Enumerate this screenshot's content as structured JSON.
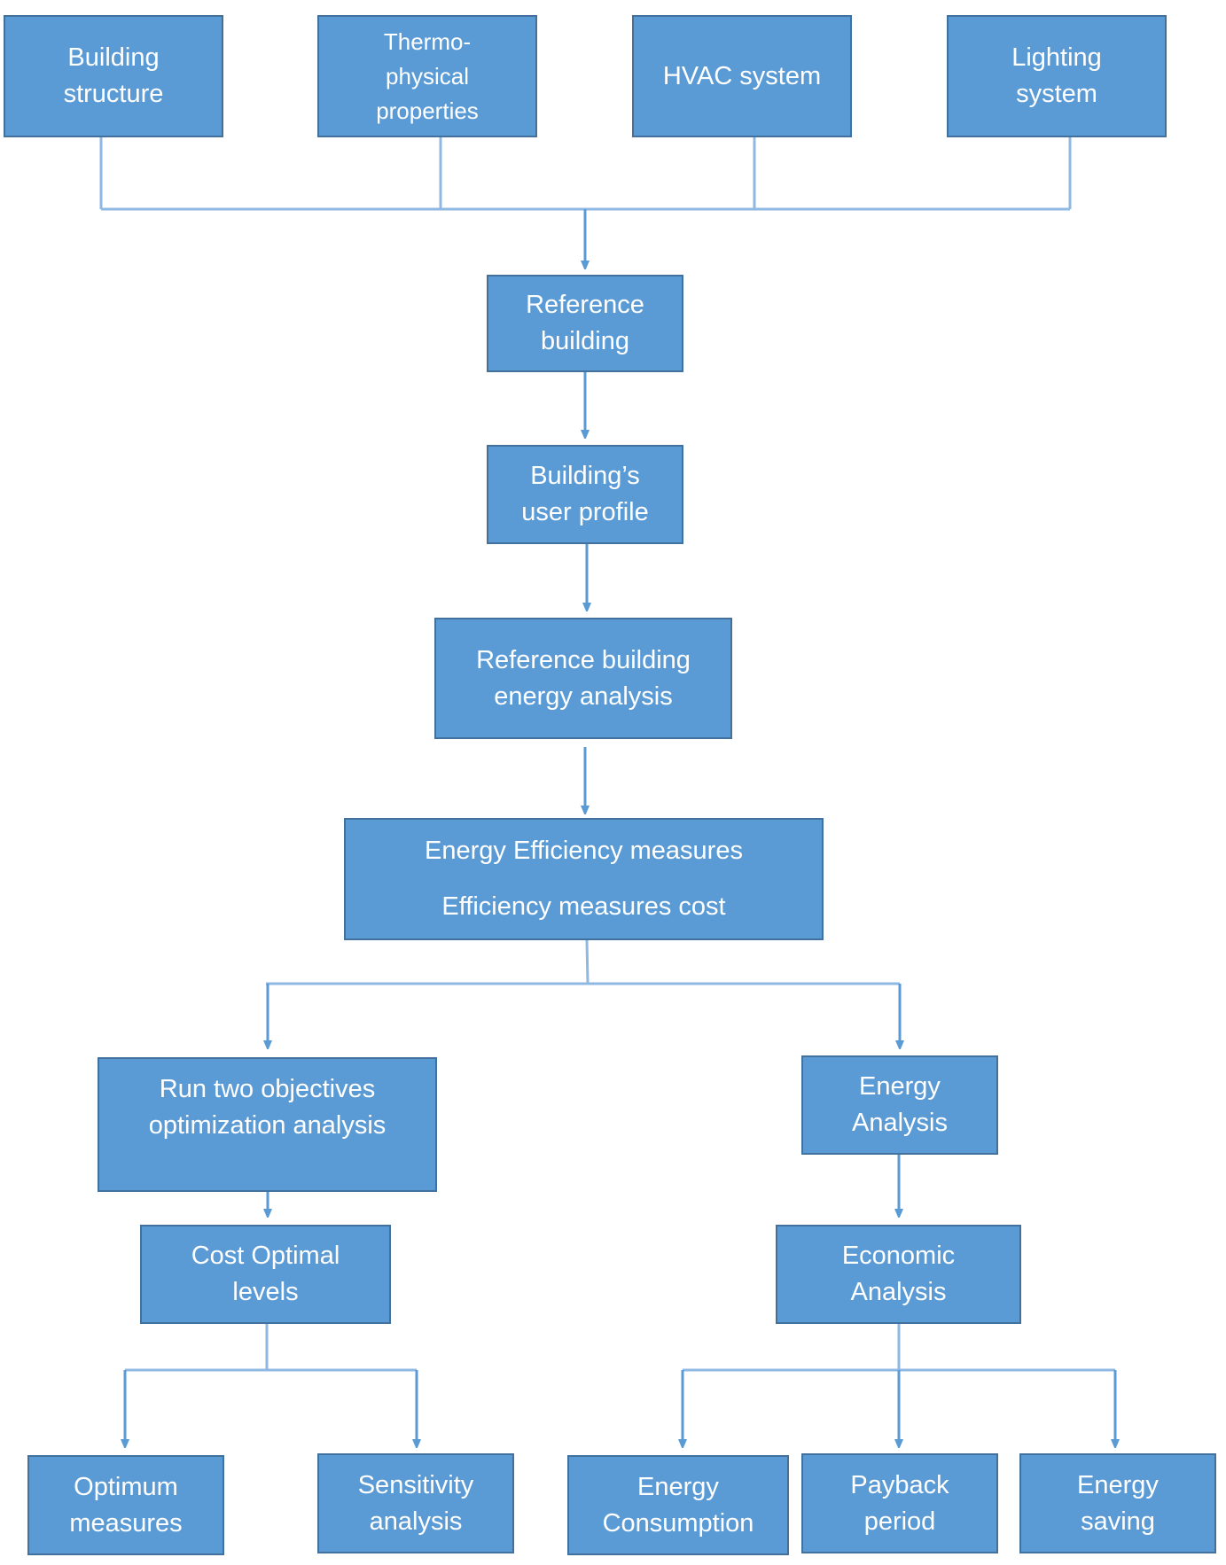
{
  "diagram": {
    "inputs": {
      "building_structure": [
        "Building",
        "structure"
      ],
      "thermo_physical": [
        "Thermo-",
        "physical",
        "properties"
      ],
      "hvac_system": [
        "HVAC system"
      ],
      "lighting_system": [
        "Lighting",
        "system"
      ]
    },
    "reference_building": [
      "Reference",
      "building"
    ],
    "user_profile": [
      "Building’s",
      "user profile"
    ],
    "energy_analysis_ref": [
      "Reference building",
      "energy analysis"
    ],
    "efficiency_measures": [
      "Energy Efficiency measures",
      "Efficiency measures cost"
    ],
    "optimization": [
      "Run two objectives",
      "optimization analysis"
    ],
    "cost_optimal": [
      "Cost Optimal",
      "levels"
    ],
    "energy_analysis": [
      "Energy",
      "Analysis"
    ],
    "economic_analysis": [
      "Economic",
      "Analysis"
    ],
    "outputs": {
      "optimum_measures": [
        "Optimum",
        "measures"
      ],
      "sensitivity_analysis": [
        "Sensitivity",
        "analysis"
      ],
      "energy_consumption": [
        "Energy",
        "Consumption"
      ],
      "payback_period": [
        "Payback",
        "period"
      ],
      "energy_saving": [
        "Energy",
        "saving"
      ]
    }
  },
  "colors": {
    "box_fill": "#5b9bd5",
    "box_border": "#41719c",
    "box_text": "#ffffff",
    "connector": "#8fb8e3",
    "arrow": "#5b9bd5"
  }
}
